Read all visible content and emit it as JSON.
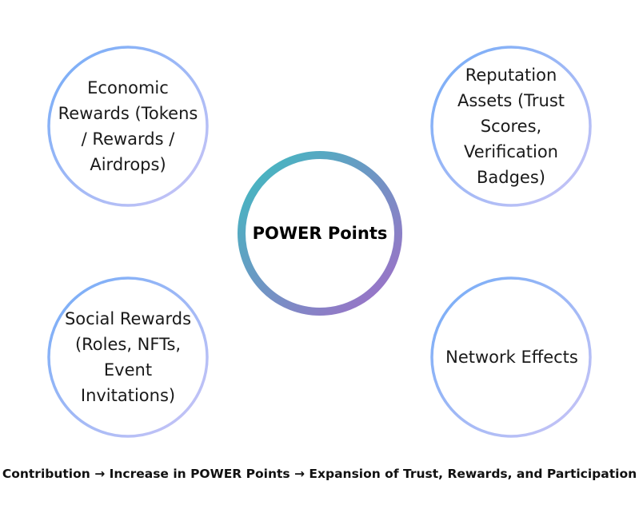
{
  "center": {
    "label": "POWER Points"
  },
  "nodes": [
    {
      "label": "Economic Rewards (Tokens / Rewards / Airdrops)"
    },
    {
      "label": "Reputation Assets (Trust Scores, Verification Badges)"
    },
    {
      "label": "Social Rewards (Roles, NFTs, Event Invitations)"
    },
    {
      "label": "Network Effects"
    }
  ],
  "caption": "Contribution → Increase in POWER Points → Expansion of Trust, Rewards, and Participation",
  "colors": {
    "center_start": "#3dbdc0",
    "center_end": "#a36cc8",
    "outer_start": "#74acf7",
    "outer_end": "#cbc5f6"
  }
}
